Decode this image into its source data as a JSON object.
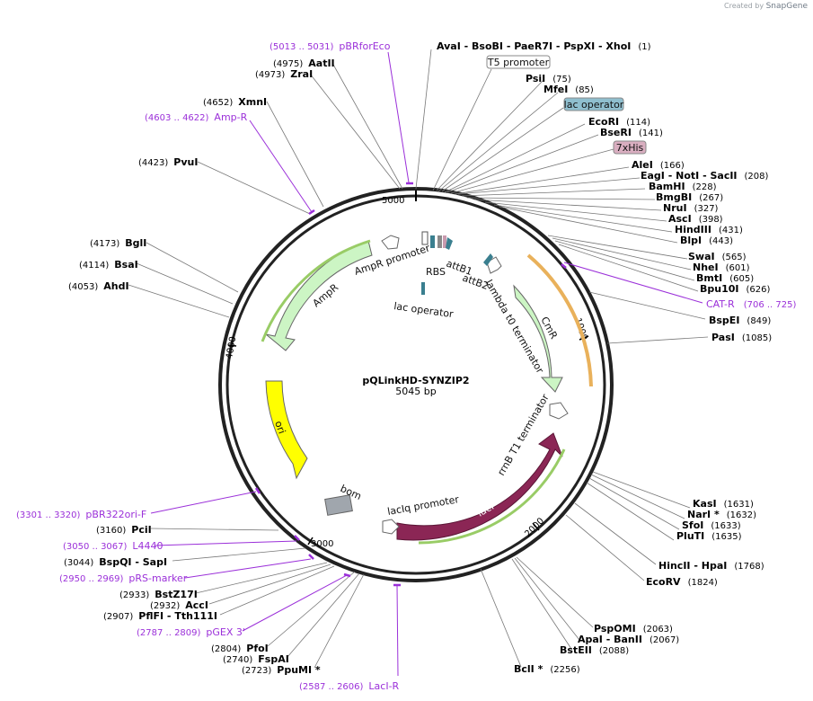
{
  "credit": {
    "prefix": "Created by",
    "brand": "SnapGene"
  },
  "plasmid": {
    "name": "pQLinkHD-SYNZIP2",
    "length": "5045 bp"
  },
  "ticks": [
    "1000",
    "2000",
    "3000",
    "4000",
    "5000"
  ],
  "sites": [
    {
      "text": "AvaI   -  BsoBI   -  PaeR7I   -  PspXI   -  XhoI",
      "pos": "(1)"
    },
    {
      "text": "PsiI",
      "pos": "(75)"
    },
    {
      "text": "MfeI",
      "pos": "(85)"
    },
    {
      "text": "EcoRI",
      "pos": "(114)"
    },
    {
      "text": "BseRI",
      "pos": "(141)"
    },
    {
      "text": "AleI",
      "pos": "(166)"
    },
    {
      "text": "EagI   -  NotI   -  SacII",
      "pos": "(208)"
    },
    {
      "text": "BamHI",
      "pos": "(228)"
    },
    {
      "text": "BmgBI",
      "pos": "(267)"
    },
    {
      "text": "NruI",
      "pos": "(327)"
    },
    {
      "text": "AscI",
      "pos": "(398)"
    },
    {
      "text": "HindIII",
      "pos": "(431)"
    },
    {
      "text": "BlpI",
      "pos": "(443)"
    },
    {
      "text": "SwaI",
      "pos": "(565)"
    },
    {
      "text": "NheI",
      "pos": "(601)"
    },
    {
      "text": "BmtI",
      "pos": "(605)"
    },
    {
      "text": "Bpu10I",
      "pos": "(626)"
    },
    {
      "text": "BspEI",
      "pos": "(849)"
    },
    {
      "text": "PasI",
      "pos": "(1085)"
    },
    {
      "text": "KasI",
      "pos": "(1631)"
    },
    {
      "text": "NarI *",
      "pos": "(1632)"
    },
    {
      "text": "SfoI",
      "pos": "(1633)"
    },
    {
      "text": "PluTI",
      "pos": "(1635)"
    },
    {
      "text": "HincII   -  HpaI",
      "pos": "(1768)"
    },
    {
      "text": "EcoRV",
      "pos": "(1824)"
    },
    {
      "text": "PspOMI",
      "pos": "(2063)"
    },
    {
      "text": "ApaI   -  BanII",
      "pos": "(2067)"
    },
    {
      "text": "BstEII",
      "pos": "(2088)"
    },
    {
      "text": "BclI *",
      "pos": "(2256)"
    },
    {
      "text": "PpuMI *",
      "pos": "(2723)"
    },
    {
      "text": "FspAI",
      "pos": "(2740)"
    },
    {
      "text": "PfoI",
      "pos": "(2804)"
    },
    {
      "text": "PflFI   -  Tth111I",
      "pos": "(2907)"
    },
    {
      "text": "AccI",
      "pos": "(2932)"
    },
    {
      "text": "BstZ17I",
      "pos": "(2933)"
    },
    {
      "text": "BspQI   -  SapI",
      "pos": "(3044)"
    },
    {
      "text": "PciI",
      "pos": "(3160)"
    },
    {
      "text": "AhdI",
      "pos": "(4053)"
    },
    {
      "text": "BsaI",
      "pos": "(4114)"
    },
    {
      "text": "BglI",
      "pos": "(4173)"
    },
    {
      "text": "PvuI",
      "pos": "(4423)"
    },
    {
      "text": "XmnI",
      "pos": "(4652)"
    },
    {
      "text": "ZraI",
      "pos": "(4973)"
    },
    {
      "text": "AatII",
      "pos": "(4975)"
    }
  ],
  "primers": [
    {
      "range": "(5013 .. 5031)",
      "name": "pBRforEco"
    },
    {
      "range": "(4603 .. 4622)",
      "name": "Amp-R"
    },
    {
      "range": "(706 .. 725)",
      "name": "CAT-R"
    },
    {
      "range": "(3301 .. 3320)",
      "name": "pBR322ori-F"
    },
    {
      "range": "(3050 .. 3067)",
      "name": "L4440"
    },
    {
      "range": "(2950 .. 2969)",
      "name": "pRS-marker"
    },
    {
      "range": "(2787 .. 2809)",
      "name": "pGEX 3'"
    },
    {
      "range": "(2587 .. 2606)",
      "name": "LacI-R"
    }
  ],
  "boxed_features": [
    {
      "text": "T5 promoter",
      "fill": "#ffffff"
    },
    {
      "text": "lac operator",
      "fill": "#8fbfcf"
    },
    {
      "text": "7xHis",
      "fill": "#d9aec0"
    }
  ],
  "features": [
    {
      "text": "AmpR promoter"
    },
    {
      "text": "AmpR"
    },
    {
      "text": "RBS"
    },
    {
      "text": "attB1"
    },
    {
      "text": "attB2"
    },
    {
      "text": "lac operator"
    },
    {
      "text": "lambda t0 terminator"
    },
    {
      "text": "CmR"
    },
    {
      "text": "ori"
    },
    {
      "text": "bom"
    },
    {
      "text": "rrnB T1 terminator"
    },
    {
      "text": "lacIq promoter"
    },
    {
      "text": "lacI"
    }
  ],
  "colors": {
    "primer": "#9b30d9",
    "amp": "#ccf5c4",
    "cm": "#ccf5c4",
    "ori": "#ffff00",
    "laci": "#8b2655",
    "bom": "#a0a6ad",
    "cat_primer_band": "#e9b15b"
  }
}
